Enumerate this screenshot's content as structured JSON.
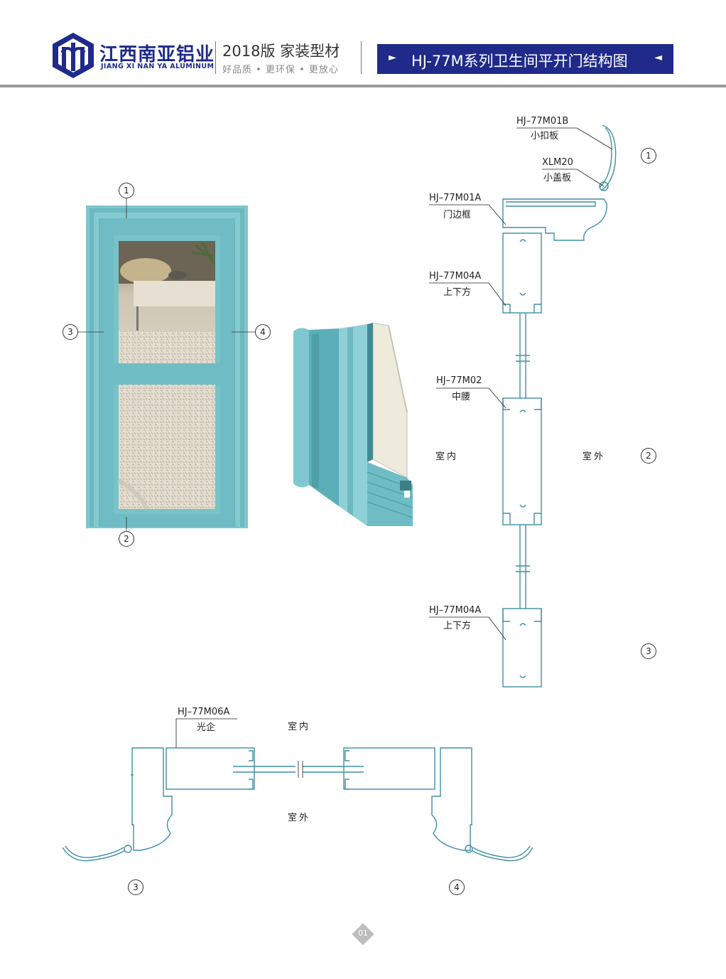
{
  "header": {
    "brand_cn": "江西南亚铝业",
    "brand_en": "JIANG XI NAN YA ALUMINUM",
    "edition": "2018版  家装型材",
    "slogan": "好品质 • 更环保 • 更放心",
    "title": "HJ-77M系列卫生间平开门结构图",
    "title_arrow_left": "►",
    "title_arrow_right": "◄",
    "brand_color": "#1f2a8a"
  },
  "door": {
    "callouts": [
      "1",
      "2",
      "3",
      "4"
    ],
    "profile_color": "#6fbcc4"
  },
  "vertical_section": {
    "parts": [
      {
        "code": "HJ–77M01B",
        "name": "小扣板"
      },
      {
        "code": "XLM20",
        "name": "小盖板"
      },
      {
        "code": "HJ–77M01A",
        "name": "门边框"
      },
      {
        "code": "HJ–77M04A",
        "name": "上下方"
      },
      {
        "code": "HJ–77M02",
        "name": "中腰"
      },
      {
        "code": "HJ–77M04A",
        "name": "上下方"
      }
    ],
    "indoor": "室内",
    "outdoor": "室外",
    "callouts": [
      "1",
      "2",
      "3"
    ]
  },
  "horizontal_section": {
    "part": {
      "code": "HJ–77M06A",
      "name": "光企"
    },
    "indoor": "室内",
    "outdoor": "室外",
    "callouts": [
      "3",
      "4"
    ]
  },
  "page_number": "01"
}
